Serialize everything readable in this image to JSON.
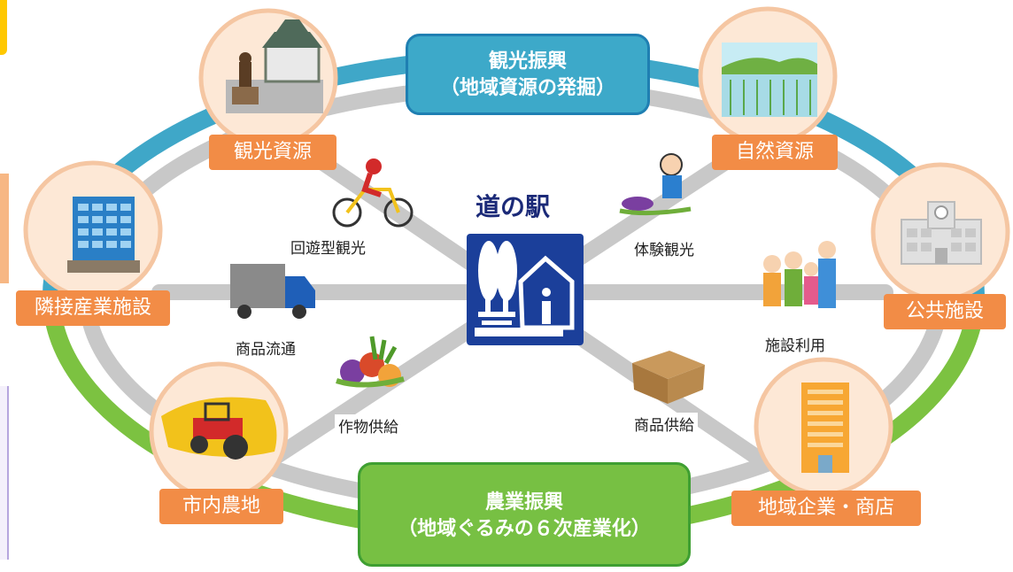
{
  "center": {
    "title": "道の駅",
    "icon": "michi-no-eki-sign-icon",
    "color": "#1b3f9a"
  },
  "top_box": {
    "line1": "観光振興",
    "line2": "（地域資源の発掘）",
    "color": "#3da9c9"
  },
  "bottom_box": {
    "line1": "農業振興",
    "line2": "（地域ぐるみの６次産業化）",
    "color": "#77c043"
  },
  "nodes": {
    "tourism_resources": {
      "label": "観光資源",
      "icon": "castle-statue-icon"
    },
    "natural_resources": {
      "label": "自然資源",
      "icon": "rice-field-icon"
    },
    "adjacent_industry": {
      "label": "隣接産業施設",
      "icon": "office-building-icon"
    },
    "public_facilities": {
      "label": "公共施設",
      "icon": "school-building-icon"
    },
    "farmland": {
      "label": "市内農地",
      "icon": "tractor-icon"
    },
    "local_business": {
      "label": "地域企業・商店",
      "icon": "tall-building-icon"
    }
  },
  "flows": {
    "excursion": {
      "label": "回遊型観光",
      "icon": "cyclist-icon"
    },
    "experience": {
      "label": "体験観光",
      "icon": "harvest-boy-icon"
    },
    "distribution": {
      "label": "商品流通",
      "icon": "truck-icon"
    },
    "facility_use": {
      "label": "施設利用",
      "icon": "family-icon"
    },
    "crop_supply": {
      "label": "作物供給",
      "icon": "vegetables-icon"
    },
    "product_supply": {
      "label": "商品供給",
      "icon": "cardboard-box-icon"
    }
  },
  "colors": {
    "tag": "#f28c46",
    "ring_blue": "#3fa7c8",
    "ring_green": "#7cc241",
    "road": "#c8c8c8",
    "circle_border": "#f5c6a2",
    "circle_fill": "#fde8d6"
  }
}
